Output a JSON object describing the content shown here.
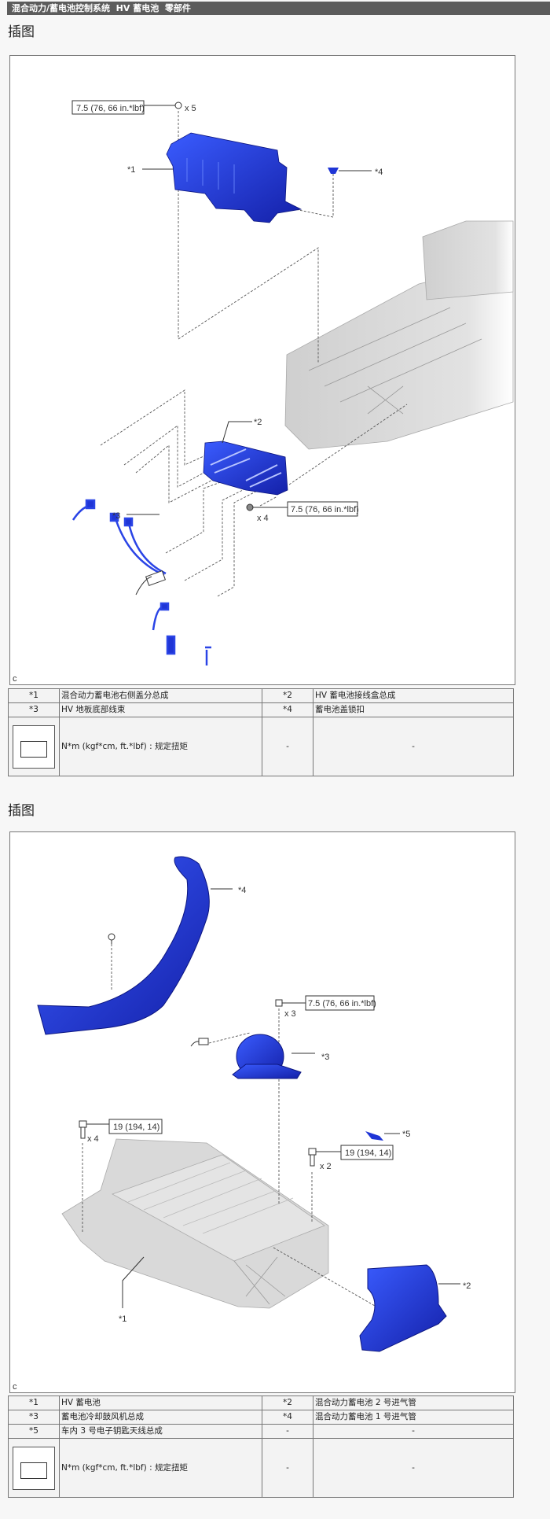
{
  "header": {
    "breadcrumb": "混合动力/蓄电池控制系统  HV 蓄电池  零部件"
  },
  "sections": [
    {
      "title": "插图",
      "figure": {
        "corner_mark": "c",
        "callouts": {
          "p1": "*1",
          "p2": "*2",
          "p3": "*3",
          "p4": "*4"
        },
        "torques": [
          {
            "value": "7.5 (76, 66 in.*lbf)",
            "qty": "x 5"
          },
          {
            "value": "7.5 (76, 66 in.*lbf)",
            "qty": "x 4"
          }
        ]
      },
      "legend": {
        "rows": [
          [
            {
              "id": "*1",
              "name": "混合动力蓄电池右侧盖分总成"
            },
            {
              "id": "*2",
              "name": "HV 蓄电池接线盒总成"
            }
          ],
          [
            {
              "id": "*3",
              "name": "HV 地板底部线束"
            },
            {
              "id": "*4",
              "name": "蓄电池盖锁扣"
            }
          ]
        ],
        "torque_note": "N*m (kgf*cm, ft.*lbf) : 规定扭矩",
        "empty": "-"
      }
    },
    {
      "title": "插图",
      "figure": {
        "corner_mark": "c",
        "callouts": {
          "p1": "*1",
          "p2": "*2",
          "p3": "*3",
          "p4": "*4",
          "p5": "*5"
        },
        "torques": [
          {
            "value": "7.5 (76, 66 in.*lbf)",
            "qty": "x 3"
          },
          {
            "value": "19 (194, 14)",
            "qty": "x 4"
          },
          {
            "value": "19 (194, 14)",
            "qty": "x 2"
          }
        ]
      },
      "legend": {
        "rows": [
          [
            {
              "id": "*1",
              "name": "HV 蓄电池"
            },
            {
              "id": "*2",
              "name": "混合动力蓄电池 2 号进气管"
            }
          ],
          [
            {
              "id": "*3",
              "name": "蓄电池冷却鼓风机总成"
            },
            {
              "id": "*4",
              "name": "混合动力蓄电池 1 号进气管"
            }
          ],
          [
            {
              "id": "*5",
              "name": "车内 3 号电子钥匙天线总成"
            },
            {
              "id": "-",
              "name": "-"
            }
          ]
        ],
        "torque_note": "N*m (kgf*cm, ft.*lbf) : 规定扭矩",
        "empty": "-"
      }
    }
  ],
  "colors": {
    "part_blue": "#1f35d6",
    "header_bg": "#5c5c5c"
  }
}
